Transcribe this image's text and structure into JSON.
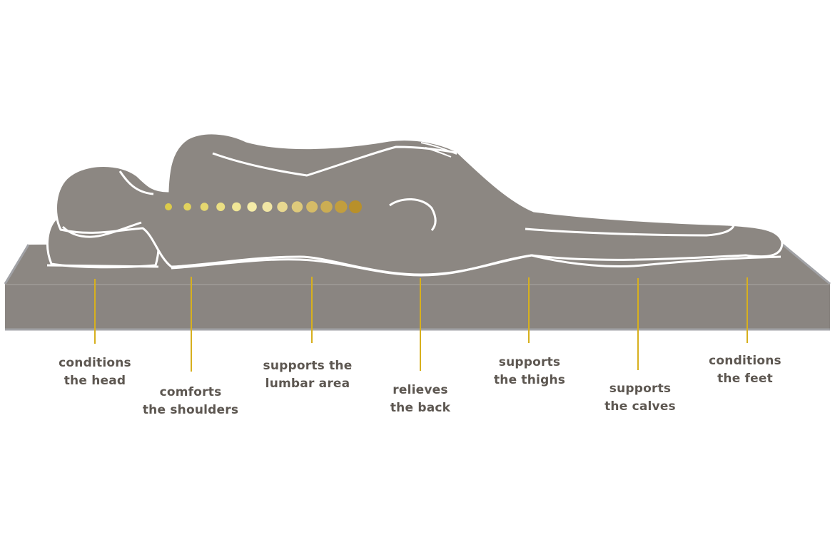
{
  "colors": {
    "body_fill": "#8c8782",
    "outline": "#ffffff",
    "mattress_side": "#8a8581",
    "mattress_edge": "#a1a2a6",
    "leader_line": "#d7b01e",
    "label_text": "#5d5751"
  },
  "spine": {
    "vertebra_count": 13,
    "color_range": [
      "#dccb4a",
      "#f7efb0",
      "#b8902a"
    ]
  },
  "zones": [
    {
      "id": "head",
      "lines": [
        "conditions",
        "the head"
      ]
    },
    {
      "id": "shoulders",
      "lines": [
        "comforts",
        "the shoulders"
      ]
    },
    {
      "id": "lumbar",
      "lines": [
        "supports the",
        "lumbar area"
      ]
    },
    {
      "id": "back",
      "lines": [
        "relieves",
        "the back"
      ]
    },
    {
      "id": "thighs",
      "lines": [
        "supports",
        "the thighs"
      ]
    },
    {
      "id": "calves",
      "lines": [
        "supports",
        "the calves"
      ]
    },
    {
      "id": "feet",
      "lines": [
        "conditions",
        "the feet"
      ]
    }
  ]
}
